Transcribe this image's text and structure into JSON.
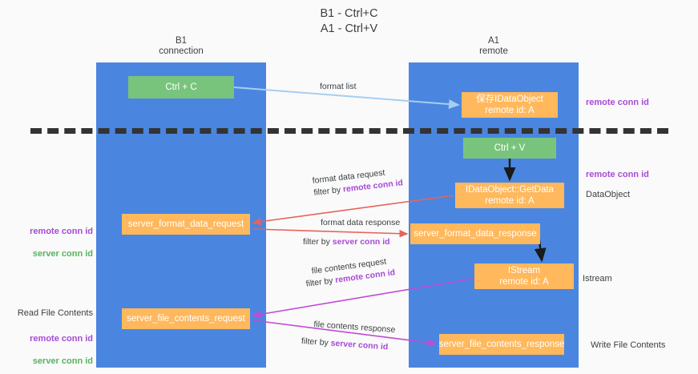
{
  "title": "B1 - Ctrl+C\nA1 - Ctrl+V",
  "columns": {
    "left": "B1\nconnection",
    "right": "A1\nremote"
  },
  "nodes": {
    "ctrl_c": "Ctrl + C",
    "idataobject": "保存IDataObject\nremote id: A",
    "ctrl_v": "Ctrl + V",
    "getdata": "IDataObject::GetData\nremote id: A",
    "server_format_data_request": "server_format_data_request",
    "server_format_data_response": "server_format_data_response",
    "istream": "IStream\nremote id: A",
    "server_file_contents_request": "server_file_contents_request",
    "server_file_contents_response": "server_file_contents_response"
  },
  "edges": {
    "format_list": "format list",
    "format_data_request": "format data request",
    "format_data_request_filter_prefix": "filter by ",
    "format_data_request_filter_key": "remote conn id",
    "format_data_response": "format data response",
    "format_data_response_filter_prefix": "filter by ",
    "format_data_response_filter_key": "server conn id",
    "file_contents_request": "file contents request",
    "file_contents_request_filter_prefix": "filter by ",
    "file_contents_request_filter_key": "remote conn id",
    "file_contents_response": "file contents response",
    "file_contents_response_filter_prefix": "filter by ",
    "file_contents_response_filter_key": "server conn id"
  },
  "annotations": {
    "remote_conn_id_top": "remote conn id",
    "remote_conn_id_mid": "remote conn id",
    "dataobject": "DataObject",
    "istream": "Istream",
    "write_file_contents": "Write File Contents",
    "read_file_contents": "Read File Contents",
    "left_remote_conn_id_1": "remote conn id",
    "left_server_conn_id_1": "server conn id",
    "left_remote_conn_id_2": "remote conn id",
    "left_server_conn_id_2": "server conn id"
  },
  "colors": {
    "lane": "#4a86e0",
    "green_node": "#79c47d",
    "orange_node": "#ffb85c",
    "purple_text": "#a64bd6",
    "green_text": "#58b35c",
    "blue_arrow": "#a7cdf0",
    "red_arrow": "#e8625c",
    "magenta_arrow": "#c04bd6",
    "black_arrow": "#1a1a1a",
    "divider": "#333333"
  }
}
